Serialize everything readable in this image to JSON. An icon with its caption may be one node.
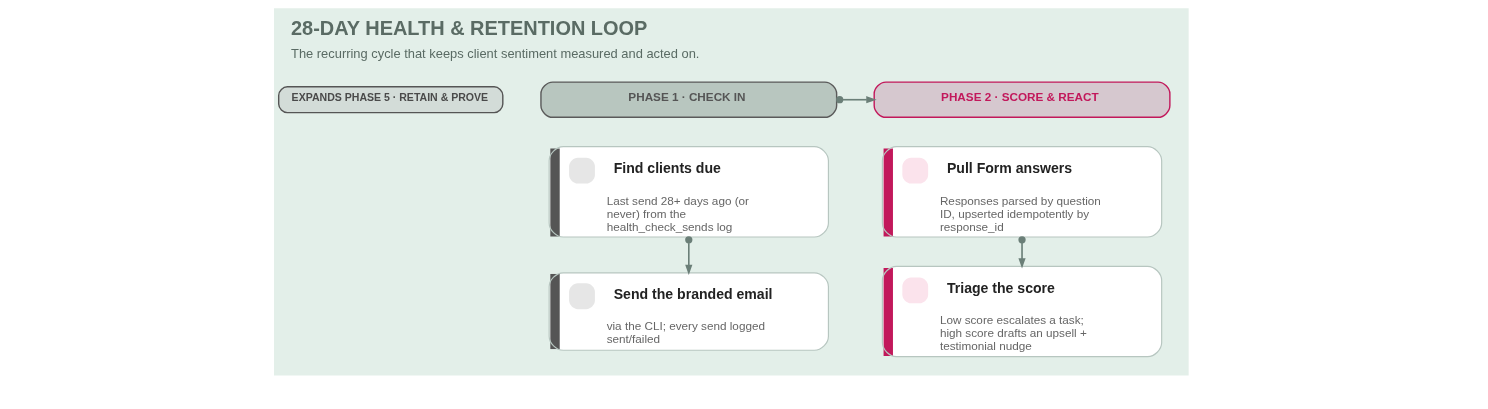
{
  "diagram": {
    "title": "28-DAY HEALTH & RETENTION LOOP",
    "caption": "The recurring cycle that keeps client sentiment measured and acted on.",
    "nodes": [
      {
        "text": [
          "EXPANDS PHASE 5 · RETAIN & PROVE"
        ]
      },
      {
        "text": [
          "PHASE 1 · CHECK IN"
        ]
      },
      {
        "text": [
          "PHASE 2 · SCORE & REACT"
        ]
      },
      {
        "text": [
          "Find clients due",
          "Last send 28+ days ago (or never) from the health_check_sends log"
        ]
      },
      {
        "text": [
          "Send the branded email",
          "via the CLI; every send logged sent/failed"
        ]
      },
      {
        "text": [
          "Pull Form answers",
          "Responses parsed by question ID, upserted idempotently by response_id"
        ]
      },
      {
        "text": [
          "Triage the score",
          "Low score escalates a task; high score drafts an upsell + testimonial nudge"
        ]
      }
    ],
    "edges": [
      {
        "from": 1,
        "to": 2,
        "arrow": "to"
      },
      {
        "from": 3,
        "to": 4,
        "arrow": "to"
      },
      {
        "from": 5,
        "to": 6,
        "arrow": "to"
      }
    ]
  }
}
